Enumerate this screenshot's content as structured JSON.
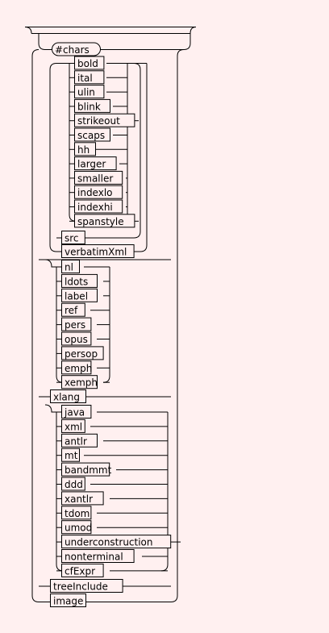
{
  "diagram": {
    "start_token": "#chars",
    "group_character_formatting": [
      "bold",
      "ital",
      "ulin",
      "blink",
      "strikeout",
      "scaps",
      "hh",
      "larger",
      "smaller",
      "indexlo",
      "indexhi",
      "spanstyle"
    ],
    "group_source_refs": [
      "src",
      "verbatimXml"
    ],
    "group_text_markup": [
      "nl",
      "ldots",
      "label",
      "ref",
      "pers",
      "opus",
      "persop",
      "emph",
      "xemph"
    ],
    "token_xlang": "xlang",
    "group_languages": [
      "java",
      "xml",
      "antlr",
      "mt",
      "bandmmt",
      "ddd",
      "xantlr",
      "tdom",
      "umod",
      "underconstruction",
      "nonterminal",
      "cfExpr"
    ],
    "group_trailing": [
      "treeInclude",
      "image"
    ]
  }
}
